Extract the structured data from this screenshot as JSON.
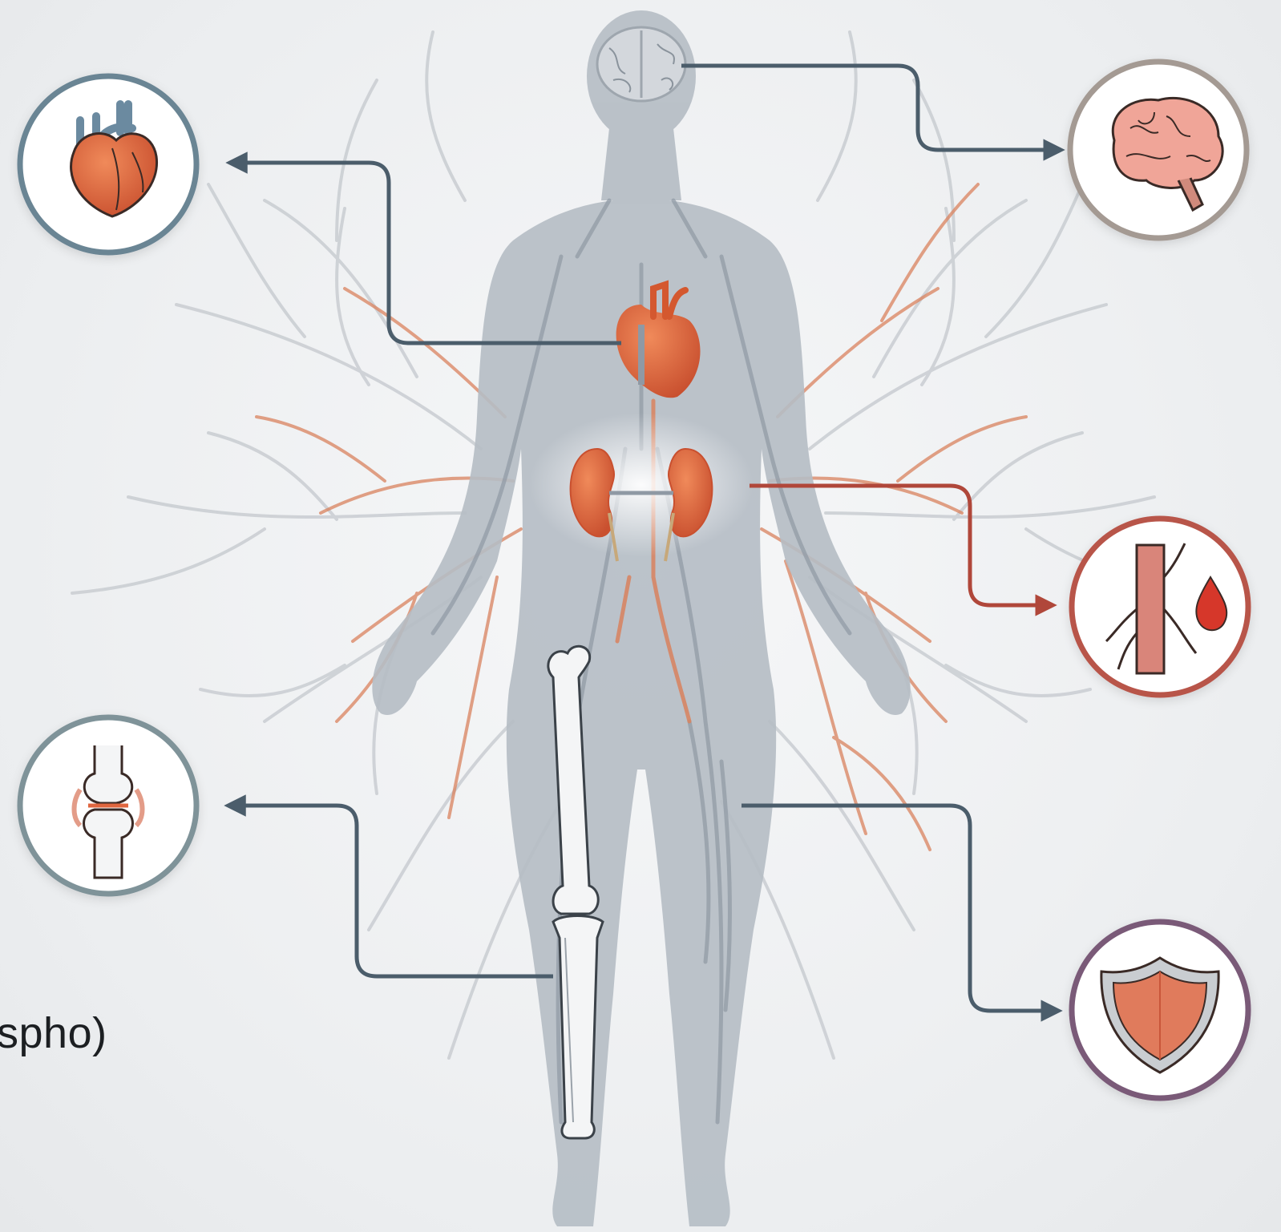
{
  "cut_label": "spho)",
  "colors": {
    "background": "#eef0f2",
    "body": "#b5bcc4",
    "vessel_gray": "#8f99a4",
    "vessel_orange": "#d9825e",
    "organ": "#e0663f",
    "arrow_dark": "#4b5d6b",
    "arrow_red": "#b0473a",
    "ring_heart": "#6b8594",
    "ring_brain": "#a49a93",
    "ring_vessel": "#b8544a",
    "ring_joint": "#7f9399",
    "ring_shield": "#7a5a78"
  },
  "callouts": [
    {
      "id": "heart",
      "icon": "heart-icon",
      "source": "heart",
      "arrow": "dark"
    },
    {
      "id": "brain",
      "icon": "brain-icon",
      "source": "brain",
      "arrow": "dark"
    },
    {
      "id": "vessel",
      "icon": "blood-vessel-drop-icon",
      "source": "kidneys",
      "arrow": "red"
    },
    {
      "id": "joint",
      "icon": "bone-joint-icon",
      "source": "leg-bone",
      "arrow": "dark"
    },
    {
      "id": "shield",
      "icon": "shield-icon",
      "source": "leg",
      "arrow": "dark"
    }
  ]
}
